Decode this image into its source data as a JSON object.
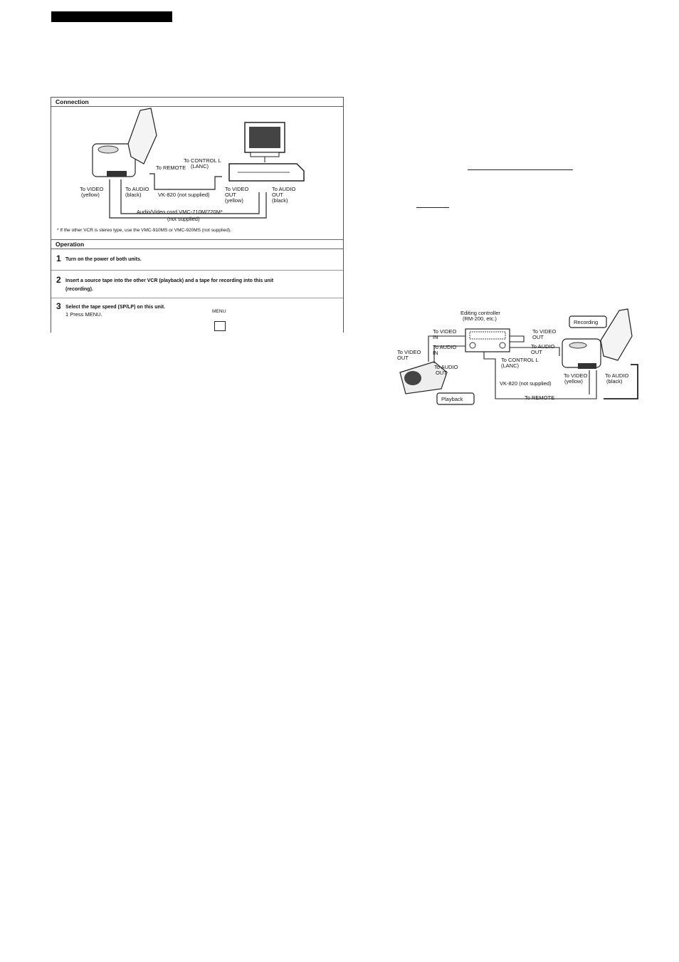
{
  "connection": {
    "header": "Connection",
    "labels": {
      "to_remote": "To REMOTE",
      "to_control_l": "To CONTROL L",
      "lanc": "(LANC)",
      "to_video": "To VIDEO",
      "yellow": "(yellow)",
      "to_audio": "To AUDIO",
      "black": "(black)",
      "vk820": "VK-820 (not supplied)",
      "to_video_out_1": "To VIDEO",
      "to_video_out_2": "OUT",
      "to_video_out_3": "(yellow)",
      "to_audio_out_1": "To AUDIO",
      "to_audio_out_2": "OUT",
      "to_audio_out_3": "(black)",
      "cord": "Audio/Video cord VMC-710M/720M*",
      "cord_note": "(not supplied)"
    },
    "footnote": "* If the other VCR is stereo type, use the VMC-910MS or VMC-920MS (not supplied)."
  },
  "operation": {
    "header": "Operation",
    "steps": [
      {
        "num": "1",
        "text": "Turn on the power of both units."
      },
      {
        "num": "2",
        "text_line1": "Insert a source tape into the other VCR (playback) and a tape for recording into this unit",
        "text_line2": "(recording)."
      },
      {
        "num": "3",
        "text": "Select the tape speed (SP/LP) on this unit.",
        "sub": "1  Press MENU.",
        "button_label": "MENU"
      }
    ]
  },
  "editing": {
    "controller_1": "Editing controller",
    "controller_2": "(RM-200, etc.)",
    "to_video_in_1": "To VIDEO",
    "to_video_in_2": "IN",
    "to_audio_in_1": "To AUDIO",
    "to_audio_in_2": "IN",
    "to_video_out_1": "To VIDEO",
    "to_video_out_2": "OUT",
    "to_audio_out_1": "To AUDIO",
    "to_audio_out_2": "OUT",
    "to_video_out_l_1": "To VIDEO",
    "to_video_out_l_2": "OUT",
    "to_audio_out_l_1": "To AUDIO",
    "to_audio_out_l_2": "OUT",
    "to_control_l": "To CONTROL L",
    "lanc": "(LANC)",
    "vk820": "VK-820 (not supplied)",
    "to_video_y": "To VIDEO",
    "yellow": "(yellow)",
    "to_audio_b": "To AUDIO",
    "black": "(black)",
    "to_remote": "To REMOTE",
    "recording": "Recording",
    "playback": "Playback"
  }
}
